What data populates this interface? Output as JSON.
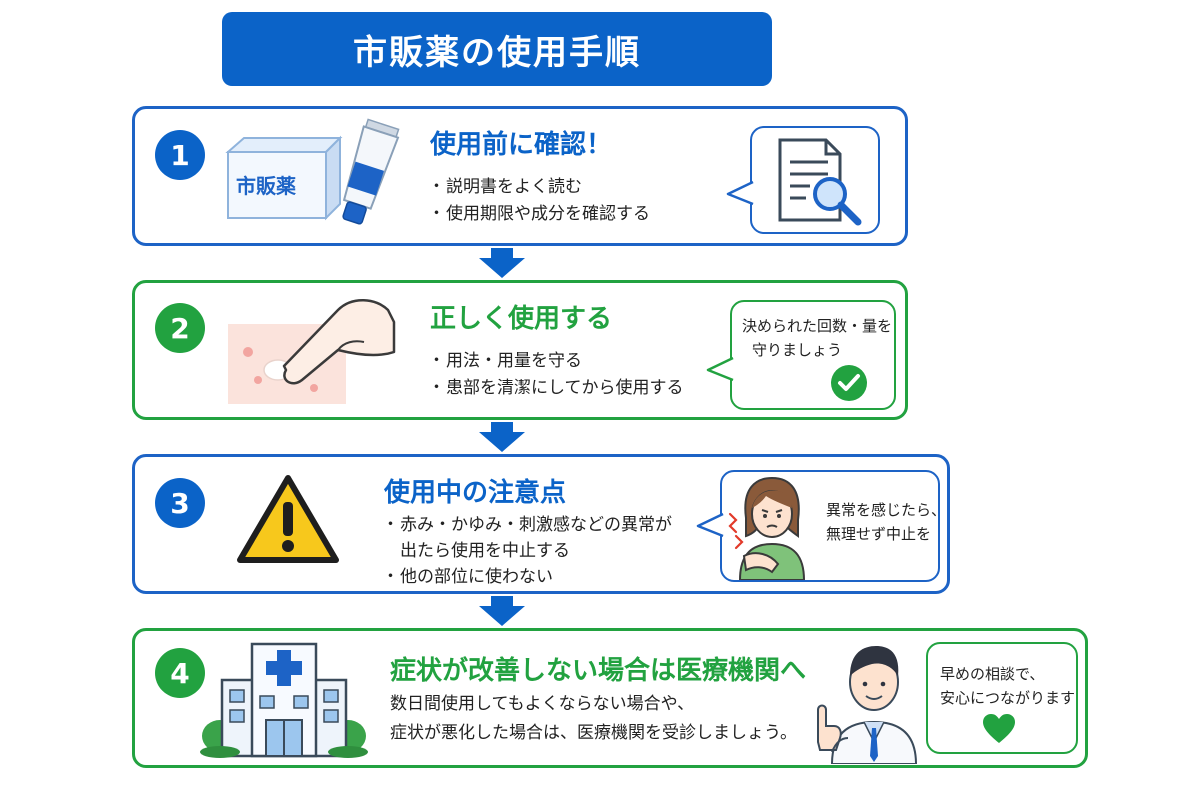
{
  "title": "市販薬の使用手順",
  "steps": [
    {
      "number": "1",
      "heading": "使用前に確認！",
      "box_label": "市販薬",
      "bullets": [
        "説明書をよく読む",
        "使用期限や成分を確認する"
      ],
      "bubble_icon": "document-magnifier-icon",
      "color": "#0b63c8"
    },
    {
      "number": "2",
      "heading": "正しく使用する",
      "bullets": [
        "用法・用量を守る",
        "患部を清潔にしてから使用する"
      ],
      "bubble_lines": [
        "決められた回数・量を",
        "守りましょう"
      ],
      "bubble_icon": "check-circle-icon",
      "color": "#22a240"
    },
    {
      "number": "3",
      "heading": "使用中の注意点",
      "bullets": [
        "赤み・かゆみ・刺激感などの異常が",
        "出たら使用を中止する",
        "他の部位に使わない"
      ],
      "bubble_lines": [
        "異常を感じたら、",
        "無理せず中止を"
      ],
      "bubble_icon": "itchy-woman-icon",
      "color": "#0b63c8"
    },
    {
      "number": "4",
      "heading": "症状が改善しない場合は医療機関へ",
      "paragraph": [
        "数日間使用してもよくならない場合や、",
        "症状が悪化した場合は、医療機関を受診しましょう。"
      ],
      "bubble_lines": [
        "早めの相談で、",
        "安心につながります"
      ],
      "bubble_icon": "heart-icon",
      "color": "#22a240"
    }
  ]
}
